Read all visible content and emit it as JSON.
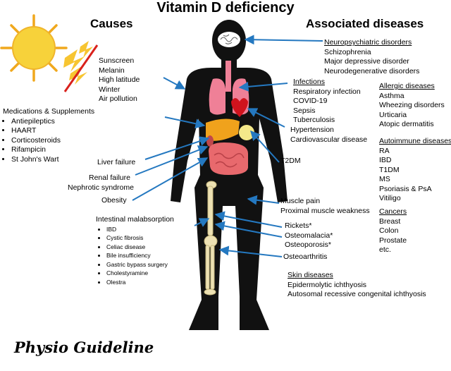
{
  "title": "Vitamin D deficiency",
  "causes_heading": "Causes",
  "diseases_heading": "Associated diseases",
  "brand": "Physio Guideline",
  "colors": {
    "arrow": "#2478c0",
    "body": "#111111",
    "sun": "#f7d23a",
    "sun_ray": "#f0a81d",
    "slash": "#d9211c",
    "lungs": "#ef8097",
    "heart": "#d0131d",
    "liver": "#f0a21c",
    "intestine": "#e8696d",
    "bone": "#ede1b3"
  },
  "icons": {
    "sun": "sun-icon",
    "body": "human-body-icon",
    "brain": "brain-icon"
  },
  "causes": {
    "environment": [
      "Sunscreen",
      "Melanin",
      "High latitude",
      "Winter",
      "Air pollution"
    ],
    "medications": {
      "heading": "Medications & Supplements",
      "items": [
        "Antiepileptics",
        "HAART",
        "Corticosteroids",
        "Rifampicin",
        "St John's Wart"
      ]
    },
    "liver": "Liver failure",
    "renal": [
      "Renal failure",
      "Nephrotic syndrome"
    ],
    "obesity": "Obesity",
    "malabsorption": {
      "heading": "Intestinal malabsorption",
      "items": [
        "IBD",
        "Cystic fibrosis",
        "Celiac disease",
        "Bile insufficiency",
        "Gastric bypass surgery",
        "Cholestyramine",
        "Olestra"
      ]
    }
  },
  "diseases": {
    "neuro": {
      "heading": "Neuropsychiatric disorders",
      "items": [
        "Schizophrenia",
        "Major depressive disorder",
        "Neurodegenerative disorders"
      ]
    },
    "infections": {
      "heading": "Infections",
      "items": [
        "Respiratory infection",
        "COVID-19",
        "Sepsis",
        "Tuberculosis"
      ]
    },
    "cardio": [
      "Hypertension",
      "Cardiovascular disease"
    ],
    "t2dm": "T2DM",
    "muscle": [
      "Muscle pain",
      "Proximal muscle weakness"
    ],
    "bone": [
      "Rickets*",
      "Osteomalacia*",
      "Osteoporosis*"
    ],
    "osteoarthritis": "Osteoarthritis",
    "skin": {
      "heading": "Skin diseases",
      "items": [
        "Epidermolytic  ichthyosis",
        "Autosomal recessive congenital ichthyosis"
      ]
    },
    "allergic": {
      "heading": "Allergic diseases",
      "items": [
        "Asthma",
        "Wheezing disorders",
        "Urticaria",
        "Atopic dermatitis"
      ]
    },
    "autoimmune": {
      "heading": "Autoimmune diseases",
      "items": [
        "RA",
        "IBD",
        "T1DM",
        "MS",
        "Psoriasis & PsA",
        "Vitiligo"
      ]
    },
    "cancers": {
      "heading": "Cancers",
      "items": [
        "Breast",
        "Colon",
        "Prostate",
        "etc."
      ]
    }
  }
}
